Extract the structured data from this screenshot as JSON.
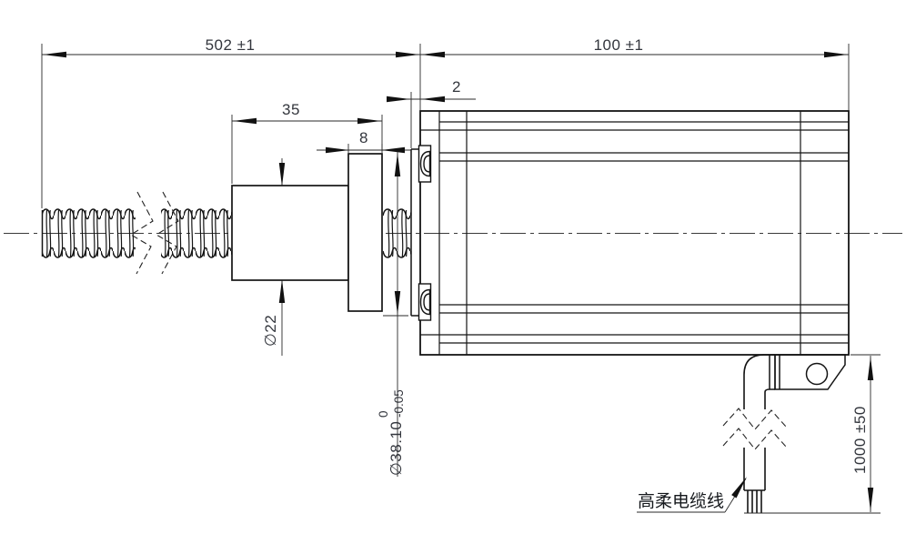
{
  "drawing": {
    "dim_screw_length": "502 ±1",
    "dim_motor_length": "100 ±1",
    "dim_shaft_section": "35",
    "dim_flange_thickness": "8",
    "dim_pilot_protrusion": "2",
    "dim_shaft_diameter": "∅22",
    "dim_pilot_diameter": "∅38.10",
    "dim_pilot_tol_upper": "0",
    "dim_pilot_tol_lower": "-0.05",
    "dim_cable_length": "1000 ±50",
    "label_cable_type": "高柔电缆线"
  },
  "colors": {
    "line": "#1c1c1c",
    "dim_text": "#33363d",
    "background": "#ffffff"
  }
}
